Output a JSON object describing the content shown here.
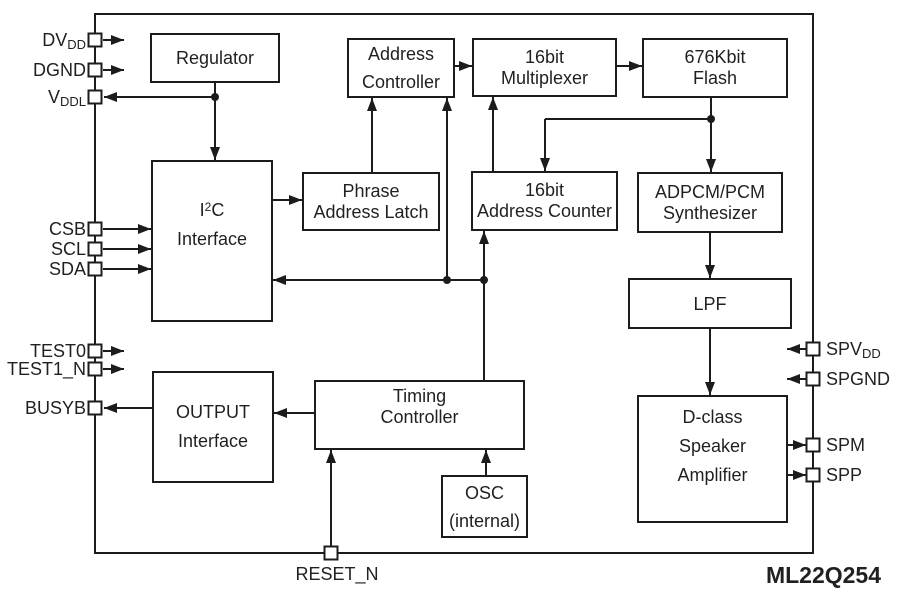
{
  "diagram": {
    "part_number": "ML22Q254",
    "blocks": {
      "regulator": {
        "lines": [
          "Regulator"
        ]
      },
      "address_controller": {
        "lines": [
          "Address",
          "Controller"
        ]
      },
      "multiplexer": {
        "lines": [
          "16bit",
          "Multiplexer"
        ]
      },
      "flash": {
        "lines": [
          "676Kbit",
          "Flash"
        ]
      },
      "phrase_address_latch": {
        "lines": [
          "Phrase",
          "Address Latch"
        ]
      },
      "address_counter": {
        "lines": [
          "16bit",
          "Address Counter"
        ]
      },
      "adpcm_synthesizer": {
        "lines": [
          "ADPCM/PCM",
          "Synthesizer"
        ]
      },
      "i2c_interface": {
        "line1_base": "I",
        "line1_sup": "2",
        "line1_rest": "C",
        "line2": "Interface"
      },
      "lpf": {
        "lines": [
          "LPF"
        ]
      },
      "timing_controller": {
        "lines": [
          "Timing",
          "Controller"
        ]
      },
      "output_interface": {
        "lines": [
          "OUTPUT",
          "Interface"
        ]
      },
      "osc": {
        "lines": [
          "OSC",
          "(internal)"
        ]
      },
      "dclass_amplifier": {
        "lines": [
          "D-class",
          "Speaker",
          "Amplifier"
        ]
      }
    },
    "pins": {
      "dvdd": {
        "base": "DV",
        "sub": "DD"
      },
      "dgnd": {
        "label": "DGND"
      },
      "vddl": {
        "base": "V",
        "sub": "DDL"
      },
      "csb": {
        "label": "CSB"
      },
      "scl": {
        "label": "SCL"
      },
      "sda": {
        "label": "SDA"
      },
      "test0": {
        "label": "TEST0"
      },
      "test1_n": {
        "label": "TEST1_N"
      },
      "busyb": {
        "label": "BUSYB"
      },
      "reset_n": {
        "label": "RESET_N"
      },
      "spvdd": {
        "base": "SPV",
        "sub": "DD"
      },
      "spgnd": {
        "label": "SPGND"
      },
      "spm": {
        "label": "SPM"
      },
      "spp": {
        "label": "SPP"
      }
    },
    "colors": {
      "line": "#1c1c1c",
      "text": "#231f20",
      "background": "#ffffff"
    }
  }
}
